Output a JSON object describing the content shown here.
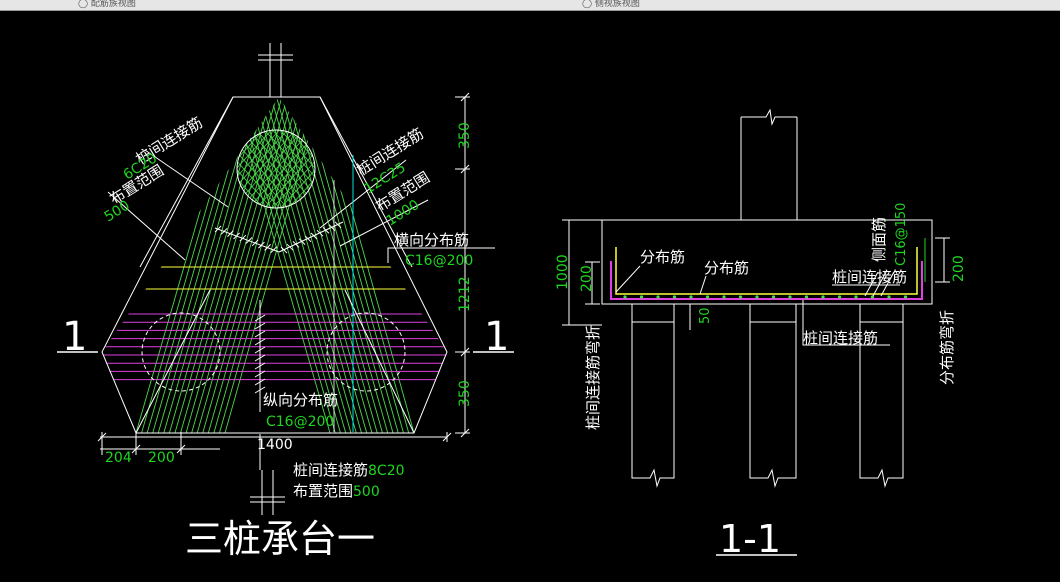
{
  "tabs": [
    "◯ 配筋族视图",
    "◯ 侧视族视图"
  ],
  "colors": {
    "background": "#000000",
    "outline": "#ffffff",
    "rebar_green": "#4cd94c",
    "rebar_yellow": "#ffff3c",
    "rebar_magenta": "#e040e0",
    "aux_cyan": "#00e0e0",
    "dimension": "#1fd61f"
  },
  "plan": {
    "title": "三桩承台一",
    "section_mark_left": "1",
    "section_mark_right": "1",
    "annotations": {
      "left_bar_label": "桩间连接筋",
      "left_bar_spec": "6C20",
      "left_range_label": "布置范围",
      "left_range_value": "500",
      "right_bar_label": "桩间连接筋",
      "right_bar_spec": "12C25",
      "right_range_label": "布置范围",
      "right_range_value": "1000",
      "transverse_label": "横向分布筋",
      "transverse_spec": "C16@200",
      "longitudinal_label": "纵向分布筋",
      "longitudinal_spec": "C16@200",
      "bottom_bar_label": "桩间连接筋",
      "bottom_bar_spec": "8C20",
      "bottom_range_label": "布置范围",
      "bottom_range_value": "500"
    },
    "dimensions": {
      "right_top": "350",
      "right_middle": "1212",
      "right_bottom": "350",
      "bottom_total": "1400",
      "bottom_left_1": "204",
      "bottom_left_2": "200"
    }
  },
  "section": {
    "title": "1-1",
    "labels": {
      "dist_bar_1": "分布筋",
      "dist_bar_2": "分布筋",
      "pile_link_bar_top": "桩间连接筋",
      "pile_link_bar_bottom": "桩间连接筋",
      "side_bar": "侧面筋",
      "side_bar_spec": "C16@150",
      "link_bend": "桩间连接筋弯折",
      "dist_bend": "分布筋弯折"
    },
    "dimensions": {
      "left_height": "1000",
      "left_inner": "200",
      "pile_embed": "50",
      "right_side": "200"
    }
  }
}
